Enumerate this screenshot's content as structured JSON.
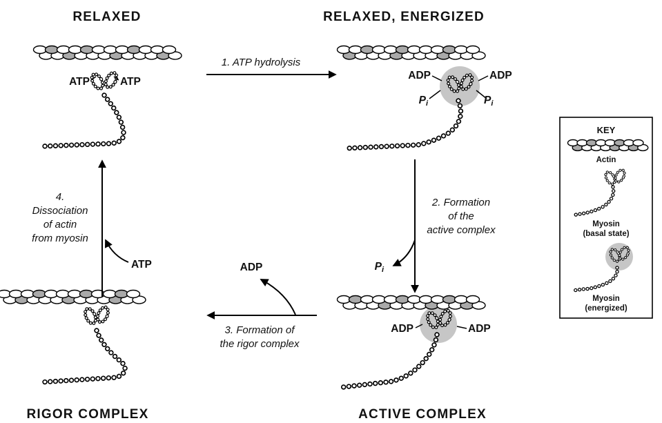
{
  "states": {
    "relaxed": {
      "title": "RELAXED"
    },
    "relaxed_energized": {
      "title": "RELAXED, ENERGIZED"
    },
    "active": {
      "title": "ACTIVE COMPLEX"
    },
    "rigor": {
      "title": "RIGOR COMPLEX"
    }
  },
  "molecules": {
    "atp": "ATP",
    "adp": "ADP",
    "pi_base": "P",
    "pi_sub": "i"
  },
  "steps": {
    "s1": [
      "1. ATP hydrolysis"
    ],
    "s2": [
      "2. Formation",
      "of the",
      "active complex"
    ],
    "s3": [
      "3. Formation of",
      "the rigor complex"
    ],
    "s4": [
      "4.",
      "Dissociation",
      "of actin",
      "from myosin"
    ]
  },
  "key": {
    "title": "KEY",
    "actin_label": "Actin",
    "myosin_basal": [
      "Myosin",
      "(basal state)"
    ],
    "myosin_energized": [
      "Myosin",
      "(energized)"
    ]
  },
  "colors": {
    "energized_highlight": "#c6c6c6",
    "actin_shaded": "#a9a9a9",
    "ink": "#111111"
  }
}
